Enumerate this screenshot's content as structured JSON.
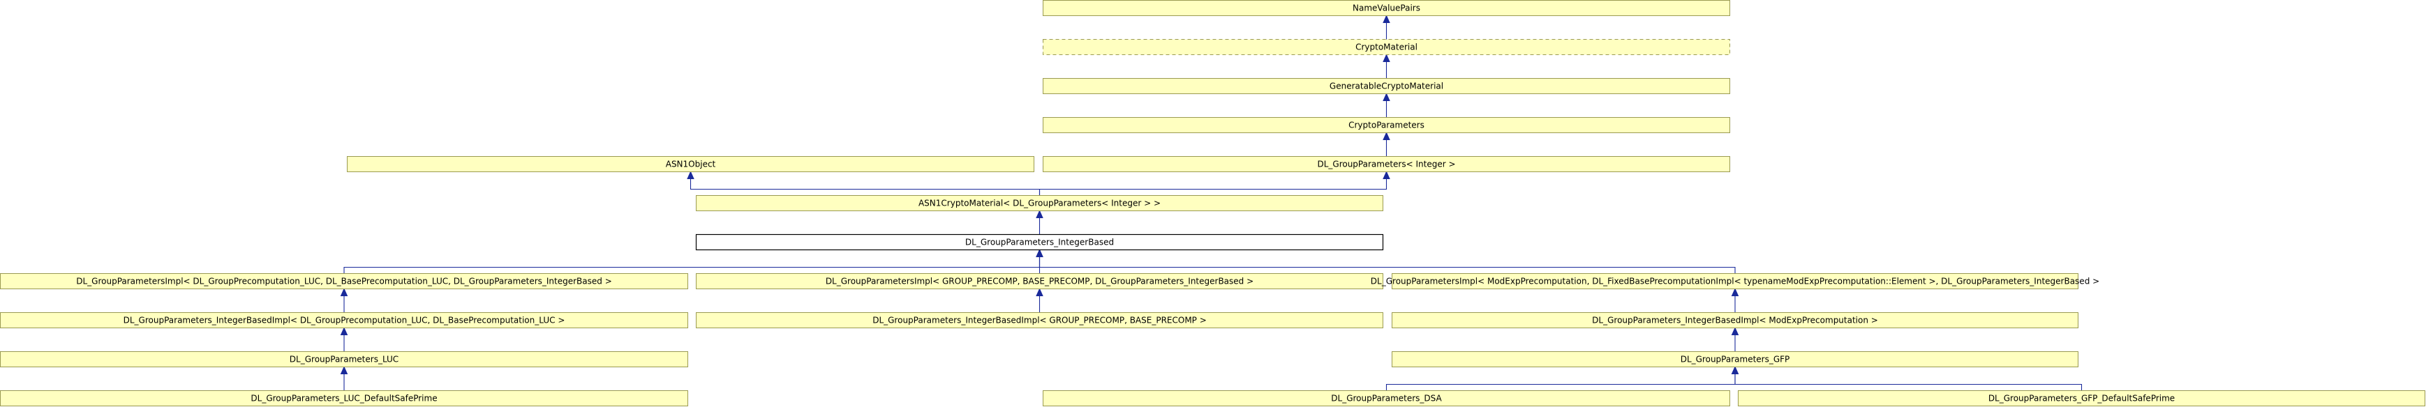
{
  "nodes": [
    {
      "id": "namevaluepairs",
      "label": "NameValuePairs",
      "style": "normal"
    },
    {
      "id": "cryptomaterial",
      "label": "CryptoMaterial",
      "style": "dashed"
    },
    {
      "id": "generatablecryptomaterial",
      "label": "GeneratableCryptoMaterial",
      "style": "normal"
    },
    {
      "id": "cryptoparameters",
      "label": "CryptoParameters",
      "style": "normal"
    },
    {
      "id": "asn1object",
      "label": "ASN1Object",
      "style": "normal"
    },
    {
      "id": "dl-groupparameters-integer",
      "label": "DL_GroupParameters< Integer >",
      "style": "normal"
    },
    {
      "id": "asn1cryptomaterial",
      "label": "ASN1CryptoMaterial< DL_GroupParameters< Integer > >",
      "style": "normal"
    },
    {
      "id": "dl-groupparameters-integerbased",
      "label": "DL_GroupParameters_IntegerBased",
      "style": "focus"
    },
    {
      "id": "impl-luc",
      "label": "DL_GroupParametersImpl< DL_GroupPrecomputation_LUC, DL_BasePrecomputation_LUC, DL_GroupParameters_IntegerBased >",
      "style": "normal"
    },
    {
      "id": "impl-group-precomp",
      "label": "DL_GroupParametersImpl< GROUP_PRECOMP, BASE_PRECOMP, DL_GroupParameters_IntegerBased >",
      "style": "normal"
    },
    {
      "id": "impl-modexp",
      "label": "DL_GroupParametersImpl< ModExpPrecomputation, DL_FixedBasePrecomputationImpl< typenameModExpPrecomputation::Element >, DL_GroupParameters_IntegerBased >",
      "style": "normal"
    },
    {
      "id": "intbasedimpl-luc",
      "label": "DL_GroupParameters_IntegerBasedImpl< DL_GroupPrecomputation_LUC, DL_BasePrecomputation_LUC >",
      "style": "normal"
    },
    {
      "id": "intbasedimpl-group-precomp",
      "label": "DL_GroupParameters_IntegerBasedImpl< GROUP_PRECOMP, BASE_PRECOMP >",
      "style": "normal"
    },
    {
      "id": "intbasedimpl-modexp",
      "label": "DL_GroupParameters_IntegerBasedImpl< ModExpPrecomputation >",
      "style": "normal"
    },
    {
      "id": "dl-groupparameters-luc",
      "label": "DL_GroupParameters_LUC",
      "style": "normal"
    },
    {
      "id": "dl-groupparameters-gfp",
      "label": "DL_GroupParameters_GFP",
      "style": "normal"
    },
    {
      "id": "dl-groupparameters-luc-defaultsafeprime",
      "label": "DL_GroupParameters_LUC_DefaultSafePrime",
      "style": "normal"
    },
    {
      "id": "dl-groupparameters-dsa",
      "label": "DL_GroupParameters_DSA",
      "style": "normal"
    },
    {
      "id": "dl-groupparameters-gfp-defaultsafeprime",
      "label": "DL_GroupParameters_GFP_DefaultSafePrime",
      "style": "normal"
    }
  ],
  "edges": [
    {
      "from": "cryptomaterial",
      "to": "namevaluepairs"
    },
    {
      "from": "generatablecryptomaterial",
      "to": "cryptomaterial"
    },
    {
      "from": "cryptoparameters",
      "to": "generatablecryptomaterial"
    },
    {
      "from": "dl-groupparameters-integer",
      "to": "cryptoparameters"
    },
    {
      "from": "asn1cryptomaterial",
      "to": "asn1object"
    },
    {
      "from": "asn1cryptomaterial",
      "to": "dl-groupparameters-integer"
    },
    {
      "from": "dl-groupparameters-integerbased",
      "to": "asn1cryptomaterial"
    },
    {
      "from": "impl-luc",
      "to": "dl-groupparameters-integerbased"
    },
    {
      "from": "impl-group-precomp",
      "to": "dl-groupparameters-integerbased"
    },
    {
      "from": "impl-modexp",
      "to": "dl-groupparameters-integerbased"
    },
    {
      "from": "intbasedimpl-luc",
      "to": "impl-luc"
    },
    {
      "from": "intbasedimpl-group-precomp",
      "to": "impl-group-precomp"
    },
    {
      "from": "intbasedimpl-modexp",
      "to": "impl-modexp"
    },
    {
      "from": "dl-groupparameters-luc",
      "to": "intbasedimpl-luc"
    },
    {
      "from": "dl-groupparameters-gfp",
      "to": "intbasedimpl-modexp"
    },
    {
      "from": "dl-groupparameters-luc-defaultsafeprime",
      "to": "dl-groupparameters-luc"
    },
    {
      "from": "dl-groupparameters-dsa",
      "to": "dl-groupparameters-gfp"
    },
    {
      "from": "dl-groupparameters-gfp-defaultsafeprime",
      "to": "dl-groupparameters-gfp"
    }
  ],
  "colors": {
    "node_fill": "#ffffc0",
    "node_border": "#9a9a52",
    "focus_fill": "#ffffff",
    "focus_border": "#000000",
    "edge": "#1a2a9a"
  }
}
